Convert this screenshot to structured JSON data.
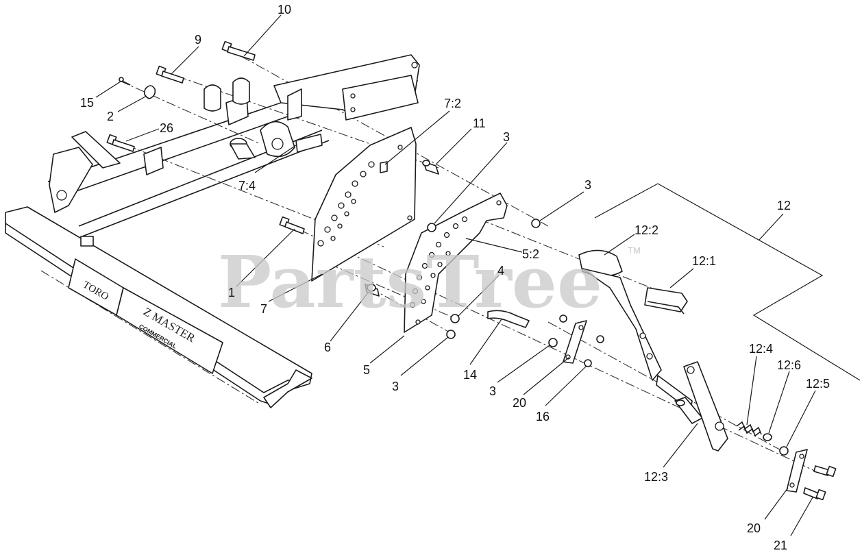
{
  "watermark": {
    "text": "PartsTree",
    "trademark": "TM",
    "color": "#c9c9c9"
  },
  "decal": {
    "logo": "TORO",
    "model_line1": "Z MASTER",
    "model_line2": "COMMERCIAL"
  },
  "callouts": {
    "c10": "10",
    "c9": "9",
    "c15": "15",
    "c2": "2",
    "c26": "26",
    "c7_2": "7:2",
    "c11": "11",
    "c3_top": "3",
    "c3_right": "3",
    "c7_4": "7:4",
    "c12": "12",
    "c12_2": "12:2",
    "c12_1": "12:1",
    "c5_2": "5:2",
    "c1": "1",
    "c7": "7",
    "c4": "4",
    "c6": "6",
    "c5": "5",
    "c3_bottom": "3",
    "c14": "14",
    "c3_lower": "3",
    "c20_mid": "20",
    "c16": "16",
    "c12_4": "12:4",
    "c12_6": "12:6",
    "c12_5": "12:5",
    "c12_3": "12:3",
    "c20_bottom": "20",
    "c21": "21"
  }
}
